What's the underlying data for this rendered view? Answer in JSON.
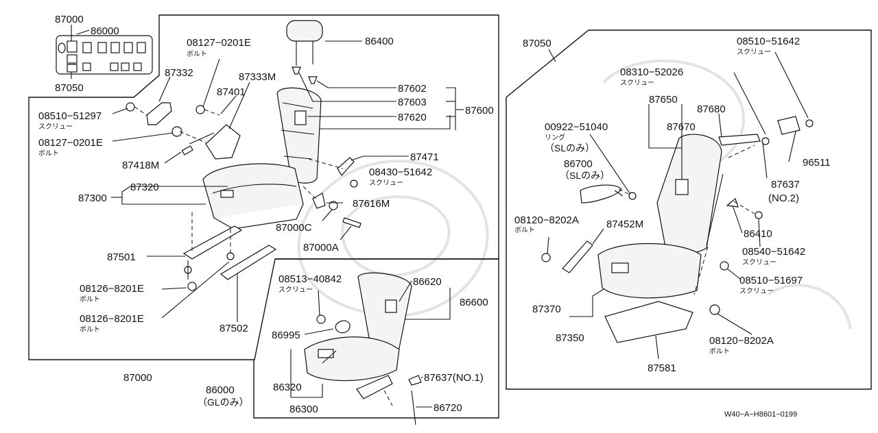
{
  "diagram": {
    "code": "W40−A−H8601−0199",
    "labels": {
      "p87000_top": "87000",
      "p86000_top": "86000",
      "p87050_inset": "87050",
      "p08127_0201E_a": "08127−0201E",
      "bolt_a": "ボルト",
      "p86400": "86400",
      "p87332": "87332",
      "p87333M": "87333M",
      "p87401": "87401",
      "p08510_51297": "08510−51297",
      "screw_a": "スクリュー",
      "p08127_0201E_b": "08127−0201E",
      "bolt_b": "ボルト",
      "p87418M": "87418M",
      "p87602": "87602",
      "p87603": "87603",
      "p87620": "87620",
      "p87600": "87600",
      "p87471": "87471",
      "p08430_51642": "08430−51642",
      "screw_b": "スクリュー",
      "p87300": "87300",
      "p87320": "87320",
      "p87616M": "87616M",
      "p87000C": "87000C",
      "p87000A": "87000A",
      "p87501": "87501",
      "p08126_8201E_a": "08126−8201E",
      "bolt_c": "ボルト",
      "p08126_8201E_b": "08126−8201E",
      "bolt_d": "ボルト",
      "p87502": "87502",
      "p87000_bottom": "87000",
      "p08513_40842": "08513−40842",
      "screw_c": "スクリュー",
      "p86620": "86620",
      "p86600": "86600",
      "p86995": "86995",
      "p86000_bottom": "86000",
      "gl_only": "（GLのみ）",
      "p86320": "86320",
      "p86300": "86300",
      "p87637_no1": "87637(NO.1)",
      "p86720": "86720",
      "p87050_right": "87050",
      "p08510_51642": "08510−51642",
      "screw_d": "スクリュー",
      "p08310_52026": "08310−52026",
      "screw_e": "スクリュー",
      "p87650": "87650",
      "p87680": "87680",
      "p87670": "87670",
      "p00922_51040": "00922−51040",
      "ring": "リング",
      "sl_only_a": "（SLのみ）",
      "p86700": "86700",
      "sl_only_b": "（SLのみ）",
      "p96511": "96511",
      "p87637_no2a": "87637",
      "p87637_no2b": "(NO.2)",
      "p08120_8202A_a": "08120−8202A",
      "bolt_e": "ボルト",
      "p87452M": "87452M",
      "p86410": "86410",
      "p08540_51642": "08540−51642",
      "screw_f": "スクリュー",
      "p08510_51697": "08510−51697",
      "screw_g": "スクリュー",
      "p87370": "87370",
      "p87350": "87350",
      "p08120_8202A_b": "08120−8202A",
      "bolt_f": "ボルト",
      "p87581": "87581"
    }
  }
}
